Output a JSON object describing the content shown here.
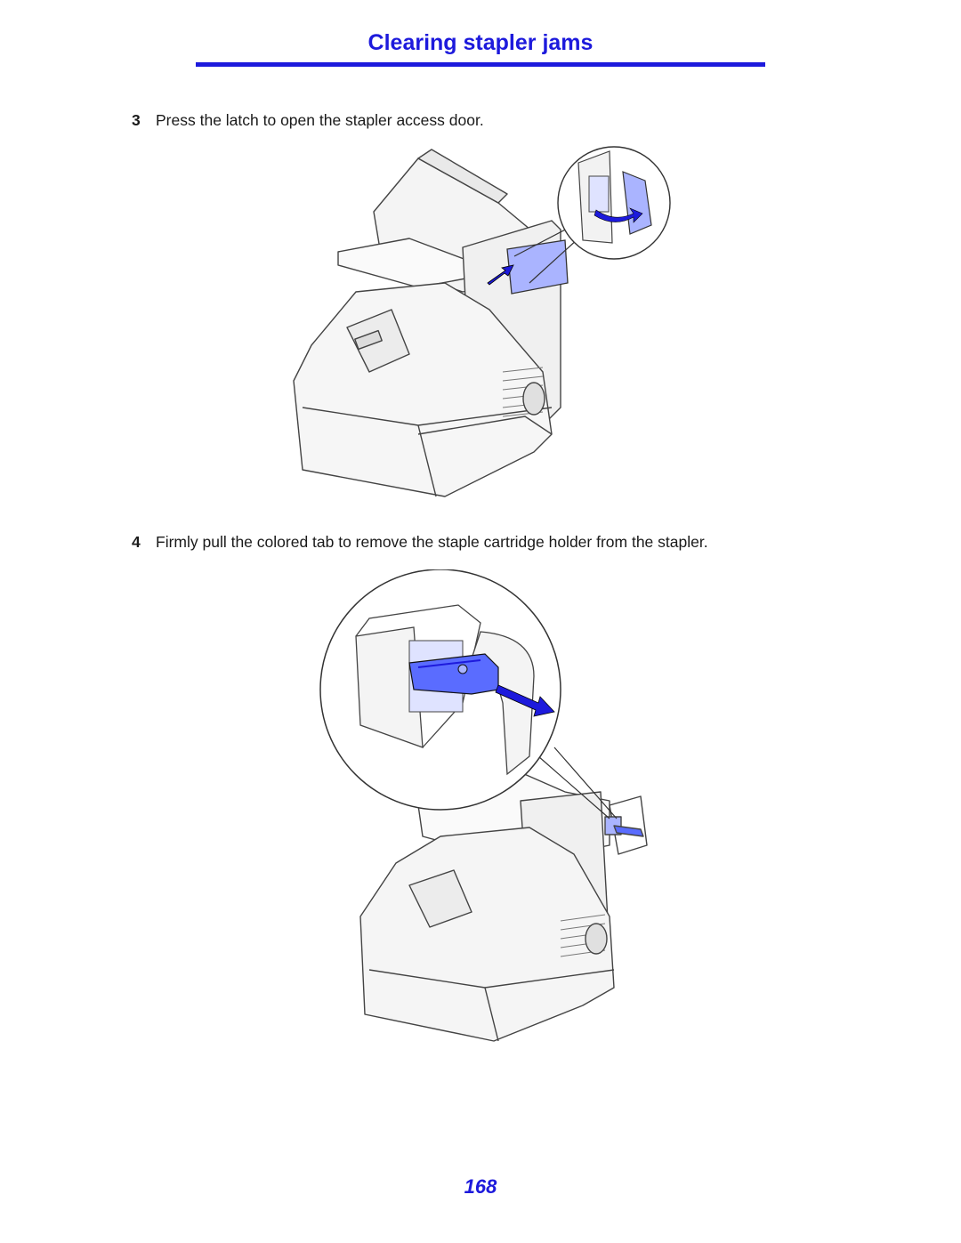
{
  "page": {
    "title": "Clearing stapler jams",
    "page_number": "168",
    "accent_color": "#1d1adc",
    "highlight_color": "#aab4ff"
  },
  "steps": [
    {
      "number": "3",
      "text": "Press the latch to open the stapler access door."
    },
    {
      "number": "4",
      "text": "Firmly pull the colored tab to remove the staple cartridge holder from the stapler."
    }
  ],
  "figures": [
    {
      "id": "fig-open-stapler-door",
      "icons": [
        "printer-illustration",
        "stapler-door-callout",
        "arrow-icon"
      ]
    },
    {
      "id": "fig-remove-cartridge-holder",
      "icons": [
        "printer-illustration",
        "cartridge-holder-callout",
        "arrow-icon"
      ]
    }
  ]
}
